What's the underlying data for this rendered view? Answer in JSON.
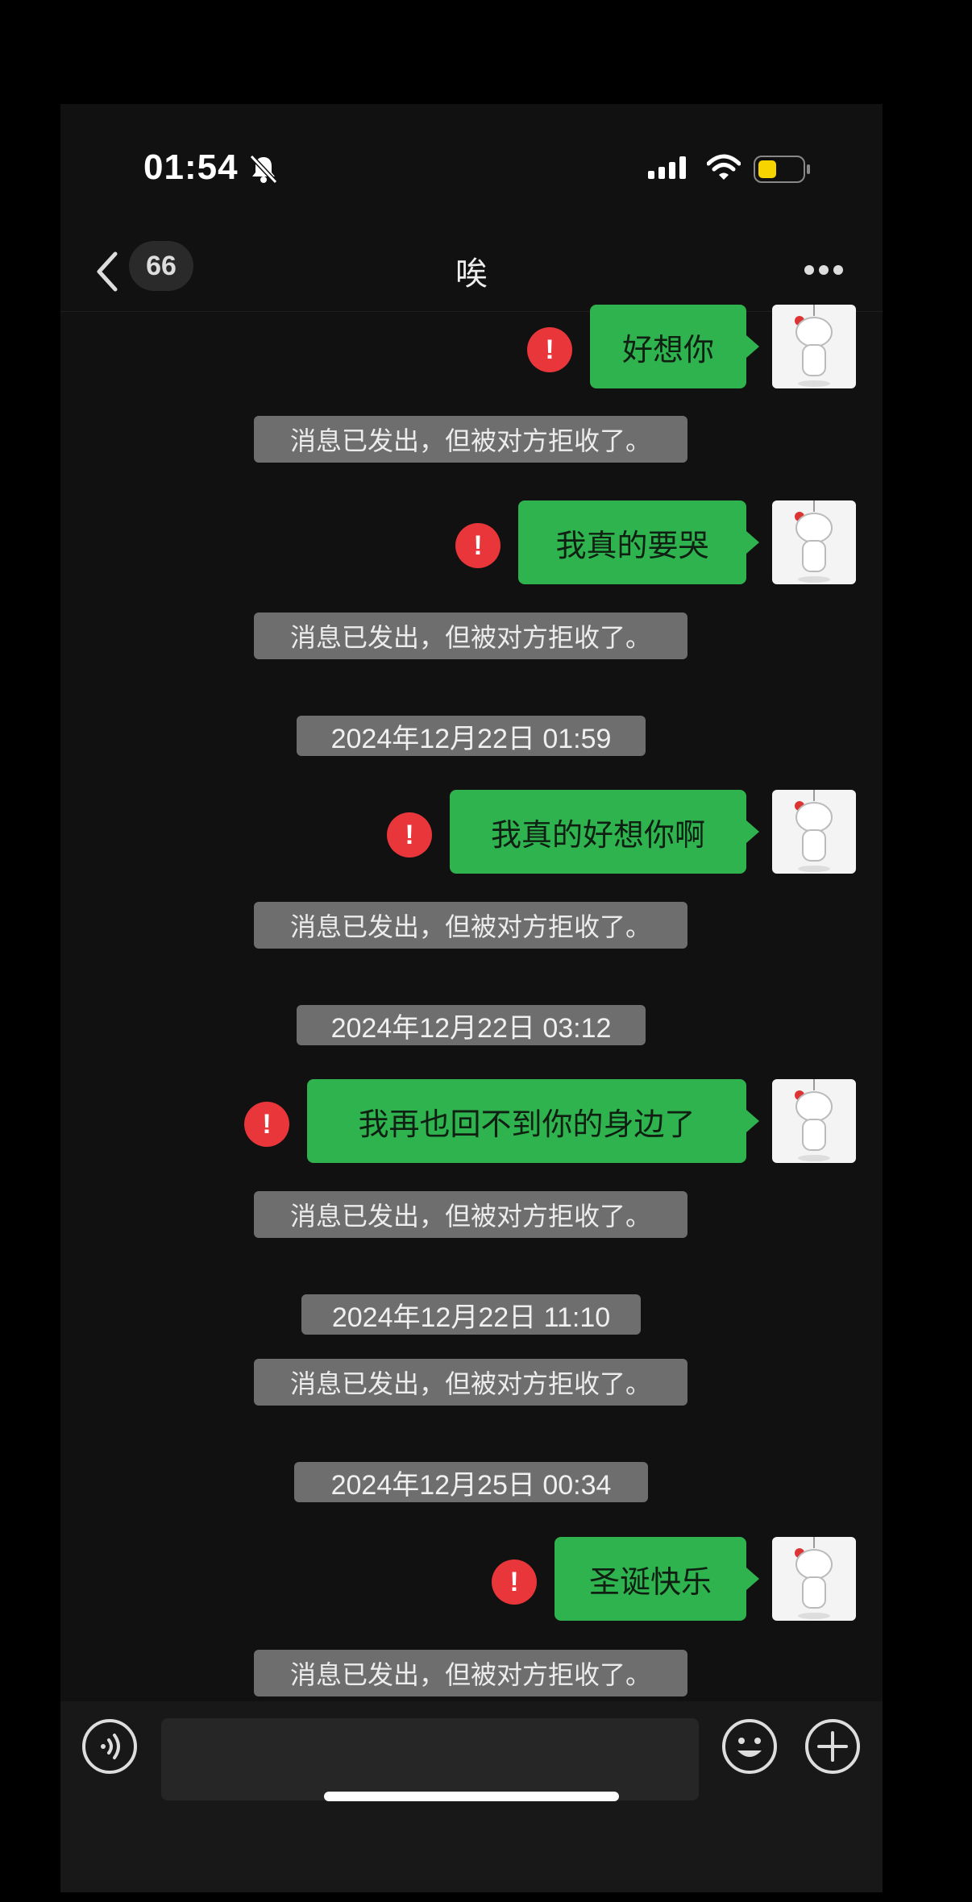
{
  "status_bar": {
    "time": "01:54",
    "icons": [
      "bell-slash-icon",
      "cellular-signal-icon",
      "wifi-icon",
      "battery-low-icon"
    ],
    "battery_color": "#f5d400"
  },
  "nav": {
    "back_icon": "chevron-left-icon",
    "unread_count": "66",
    "title": "唉",
    "more_icon": "more-dots-icon"
  },
  "colors": {
    "bubble": "#2fb34f",
    "error": "#e8363a",
    "system": "#6e6e6e"
  },
  "messages": [
    {
      "type": "sent",
      "text": "好想你",
      "status": "error",
      "error_glyph": "!"
    },
    {
      "type": "system",
      "text": "消息已发出，但被对方拒收了。"
    },
    {
      "type": "sent",
      "text": "我真的要哭",
      "status": "error",
      "error_glyph": "!"
    },
    {
      "type": "system",
      "text": "消息已发出，但被对方拒收了。"
    },
    {
      "type": "timestamp",
      "text": "2024年12月22日 01:59"
    },
    {
      "type": "sent",
      "text": "我真的好想你啊",
      "status": "error",
      "error_glyph": "!"
    },
    {
      "type": "system",
      "text": "消息已发出，但被对方拒收了。"
    },
    {
      "type": "timestamp",
      "text": "2024年12月22日 03:12"
    },
    {
      "type": "sent",
      "text": "我再也回不到你的身边了",
      "status": "error",
      "error_glyph": "!"
    },
    {
      "type": "system",
      "text": "消息已发出，但被对方拒收了。"
    },
    {
      "type": "timestamp",
      "text": "2024年12月22日 11:10"
    },
    {
      "type": "system",
      "text": "消息已发出，但被对方拒收了。"
    },
    {
      "type": "timestamp",
      "text": "2024年12月25日 00:34"
    },
    {
      "type": "sent",
      "text": "圣诞快乐",
      "status": "error",
      "error_glyph": "!"
    },
    {
      "type": "system",
      "text": "消息已发出，但被对方拒收了。"
    }
  ],
  "input_bar": {
    "voice_icon": "voice-icon",
    "input_value": "",
    "emoji_icon": "emoji-icon",
    "plus_icon": "plus-icon"
  }
}
